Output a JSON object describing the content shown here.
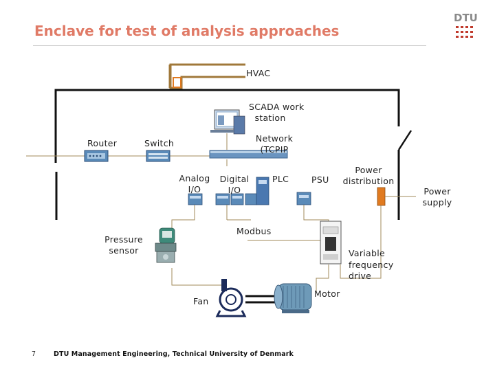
{
  "title": "Enclave for test of analysis approaches",
  "logo": {
    "text": "DTU",
    "bar_color": "#c0392b"
  },
  "labels": {
    "hvac": "HVAC",
    "scada_line1": "SCADA work",
    "scada_line2": "station",
    "router": "Router",
    "switch": "Switch",
    "network_line1": "Network",
    "network_line2": "(TCPIP",
    "analog_line1": "Analog",
    "analog_line2": "I/O",
    "digital_line1": "Digital",
    "digital_line2": "I/O",
    "plc": "PLC",
    "psu": "PSU",
    "power_dist_line1": "Power",
    "power_dist_line2": "distribution",
    "power_supply_line1": "Power",
    "power_supply_line2": "supply",
    "modbus": "Modbus",
    "pressure_line1": "Pressure",
    "pressure_line2": "sensor",
    "vfd_line1": "Variable",
    "vfd_line2": "frequency",
    "vfd_line3": "drive",
    "motor": "Motor",
    "fan": "Fan"
  },
  "footer": {
    "page_number": "7",
    "text": "DTU Management Engineering, Technical University of Denmark"
  },
  "colors": {
    "title": "#e07a66",
    "hvac_pipe": "#a0783a",
    "enclosure": "#111111",
    "wire": "#a08a5a",
    "device_blue": "#4a78b0",
    "power_orange": "#e07a20"
  }
}
